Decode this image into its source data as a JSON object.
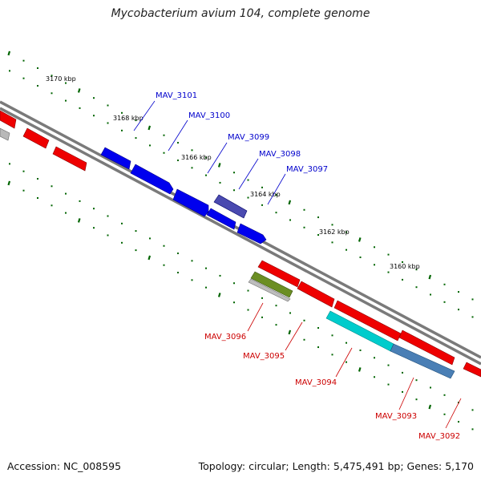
{
  "title": "Mycobacterium avium 104, complete genome",
  "footer": {
    "accession_label": "Accession: NC_008595",
    "summary": "Topology: circular; Length: 5,475,491 bp; Genes: 5,170"
  },
  "colors": {
    "forward_gene": "#0000ff",
    "reverse_gene": "#ff0000",
    "backbone": "#777777",
    "tick": "#006400"
  },
  "scale": {
    "tick_labels": [
      "3170 kbp",
      "3168 kbp",
      "3166 kbp",
      "3164 kbp",
      "3162 kbp",
      "3160 kbp"
    ]
  },
  "genes": {
    "upper_labels": [
      "MAV_3101",
      "MAV_3100",
      "MAV_3099",
      "MAV_3098",
      "MAV_3097"
    ],
    "lower_labels": [
      "MAV_3096",
      "MAV_3095",
      "MAV_3094",
      "MAV_3093",
      "MAV_3092"
    ]
  }
}
